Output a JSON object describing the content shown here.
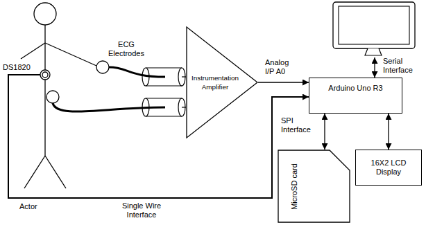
{
  "diagram": {
    "nodes": [
      {
        "text": [
          "Instrumentation Amplifier"
        ]
      },
      {
        "text": [
          "Arduino Uno R3"
        ]
      },
      {
        "text": [
          "MicroSD card"
        ]
      },
      {
        "text": [
          "16X2 LCD Display"
        ]
      }
    ],
    "edges": [
      {
        "from": 0,
        "to": 1,
        "arrow": "to",
        "label": "Analog I/P A0"
      },
      {
        "from": 1,
        "to": 2,
        "arrow": "both",
        "label": "SPI Interface"
      },
      {
        "from": 1,
        "to": 3,
        "arrow": "both"
      }
    ],
    "labels": [
      "ECG Electrodes",
      "DS1820",
      "Actor",
      "Serial Interface",
      "Single Wire Interface"
    ]
  }
}
